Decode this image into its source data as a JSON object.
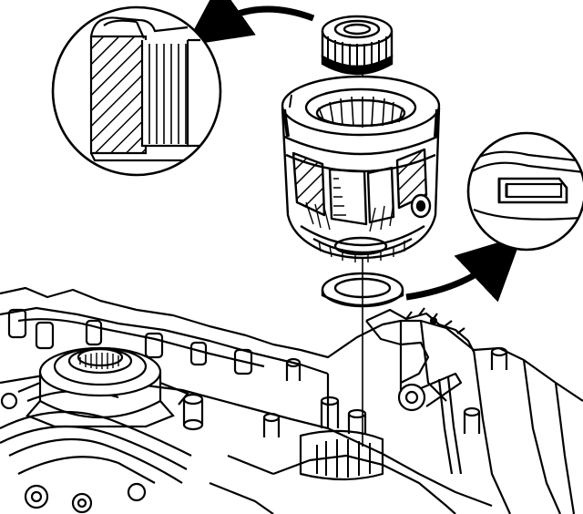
{
  "illustration": {
    "style": "black line-art technical drawing",
    "colors": {
      "ink": "#000000",
      "paper": "#ffffff"
    },
    "parts": [
      "sun-gear",
      "planetary-carrier",
      "thrust-washer",
      "transmission-case"
    ],
    "detail_views": [
      "bushing-section-detail",
      "washer-section-detail"
    ],
    "arrows": [
      "sun-gear-to-bushing-detail",
      "washer-to-washer-detail"
    ]
  }
}
